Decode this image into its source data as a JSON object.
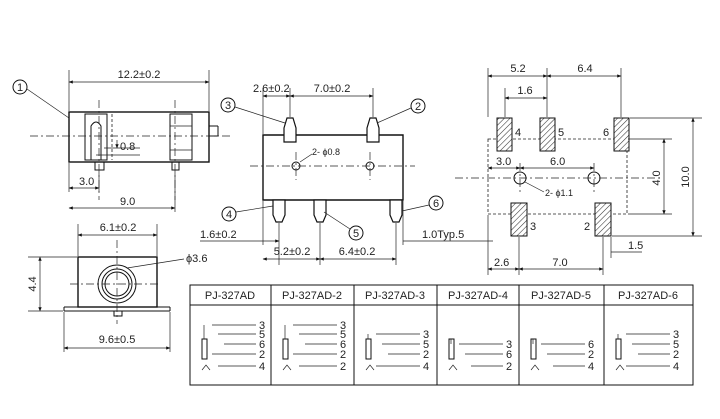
{
  "views": {
    "side": {
      "callout": "1",
      "dims": [
        "12.2±0.2",
        "0.8",
        "3.0",
        "9.0"
      ]
    },
    "front": {
      "dims": [
        "6.1±0.2",
        "4.4",
        "9.6±0.5"
      ],
      "diameter": "ϕ3.6"
    },
    "top": {
      "callouts": [
        "3",
        "2",
        "4",
        "5",
        "6"
      ],
      "dims": [
        "2.6±0.2",
        "7.0±0.2",
        "1.6±0.2",
        "5.2±0.2",
        "6.4±0.2",
        "1.0Typ.5"
      ],
      "holes": "2- ϕ0.8"
    },
    "pcb": {
      "dims": [
        "5.2",
        "6.4",
        "1.6",
        "3.0",
        "6.0",
        "4.0",
        "10.0",
        "1.5",
        "2.6",
        "7.0"
      ],
      "holes": "2- ϕ1.1",
      "pad_labels": [
        "4",
        "5",
        "6",
        "3",
        "2"
      ]
    }
  },
  "table": {
    "models": [
      "PJ-327AD",
      "PJ-327AD-2",
      "PJ-327AD-3",
      "PJ-327AD-4",
      "PJ-327AD-5",
      "PJ-327AD-6"
    ],
    "pins": [
      [
        "3",
        "5",
        "6",
        "2",
        "4"
      ],
      [
        "3",
        "5",
        "6",
        "2",
        "2"
      ],
      [
        "3",
        "5",
        "2",
        "4"
      ],
      [
        "3",
        "6",
        "2"
      ],
      [
        "6",
        "2",
        "4"
      ],
      [
        "3",
        "5",
        "2",
        "4"
      ]
    ]
  }
}
